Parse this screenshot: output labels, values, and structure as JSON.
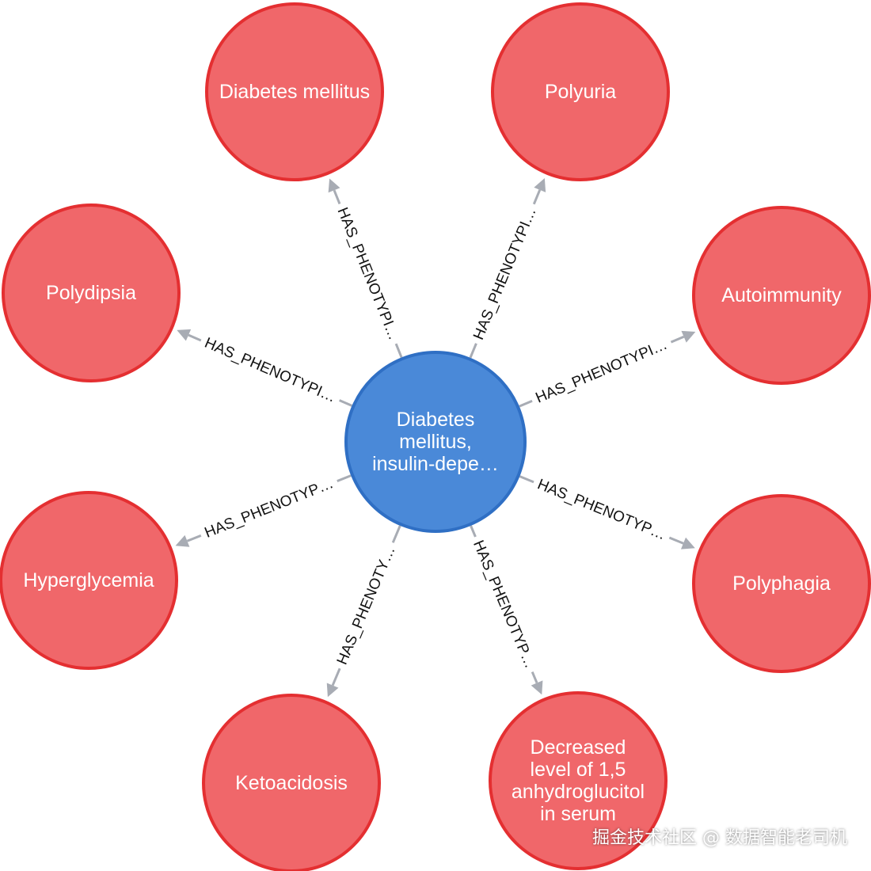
{
  "colors": {
    "center_fill": "#4a89d8",
    "center_stroke": "#2f6fc4",
    "leaf_fill": "#f0676a",
    "leaf_stroke": "#e42f31",
    "edge": "#a8acb4"
  },
  "center": {
    "id": "center",
    "lines": [
      "Diabetes",
      "mellitus,",
      "insulin-depe…"
    ]
  },
  "nodes": [
    {
      "id": "diabetes-mellitus",
      "lines": [
        "Diabetes mellitus"
      ]
    },
    {
      "id": "polyuria",
      "lines": [
        "Polyuria"
      ]
    },
    {
      "id": "polydipsia",
      "lines": [
        "Polydipsia"
      ]
    },
    {
      "id": "autoimmunity",
      "lines": [
        "Autoimmunity"
      ]
    },
    {
      "id": "hyperglycemia",
      "lines": [
        "Hyperglycemia"
      ]
    },
    {
      "id": "polyphagia",
      "lines": [
        "Polyphagia"
      ]
    },
    {
      "id": "ketoacidosis",
      "lines": [
        "Ketoacidosis"
      ]
    },
    {
      "id": "decreased-anhydroglucitol",
      "lines": [
        "Decreased",
        "level of 1,5",
        "anhydroglucitol",
        "in serum"
      ]
    }
  ],
  "edges": [
    {
      "from": "center",
      "to": "diabetes-mellitus",
      "label": "HAS_PHENOTYPI…"
    },
    {
      "from": "center",
      "to": "polyuria",
      "label": "HAS_PHENOTYPI…"
    },
    {
      "from": "center",
      "to": "polydipsia",
      "label": "HAS_PHENOTYPI…"
    },
    {
      "from": "center",
      "to": "autoimmunity",
      "label": "HAS_PHENOTYPI…"
    },
    {
      "from": "center",
      "to": "hyperglycemia",
      "label": "HAS_PHENOTYP…"
    },
    {
      "from": "center",
      "to": "polyphagia",
      "label": "HAS_PHENOTYP…"
    },
    {
      "from": "center",
      "to": "ketoacidosis",
      "label": "HAS_PHENOTY…"
    },
    {
      "from": "center",
      "to": "decreased-anhydroglucitol",
      "label": "HAS_PHENOTYP…"
    }
  ],
  "watermark": "掘金技术社区 @ 数据智能老司机"
}
